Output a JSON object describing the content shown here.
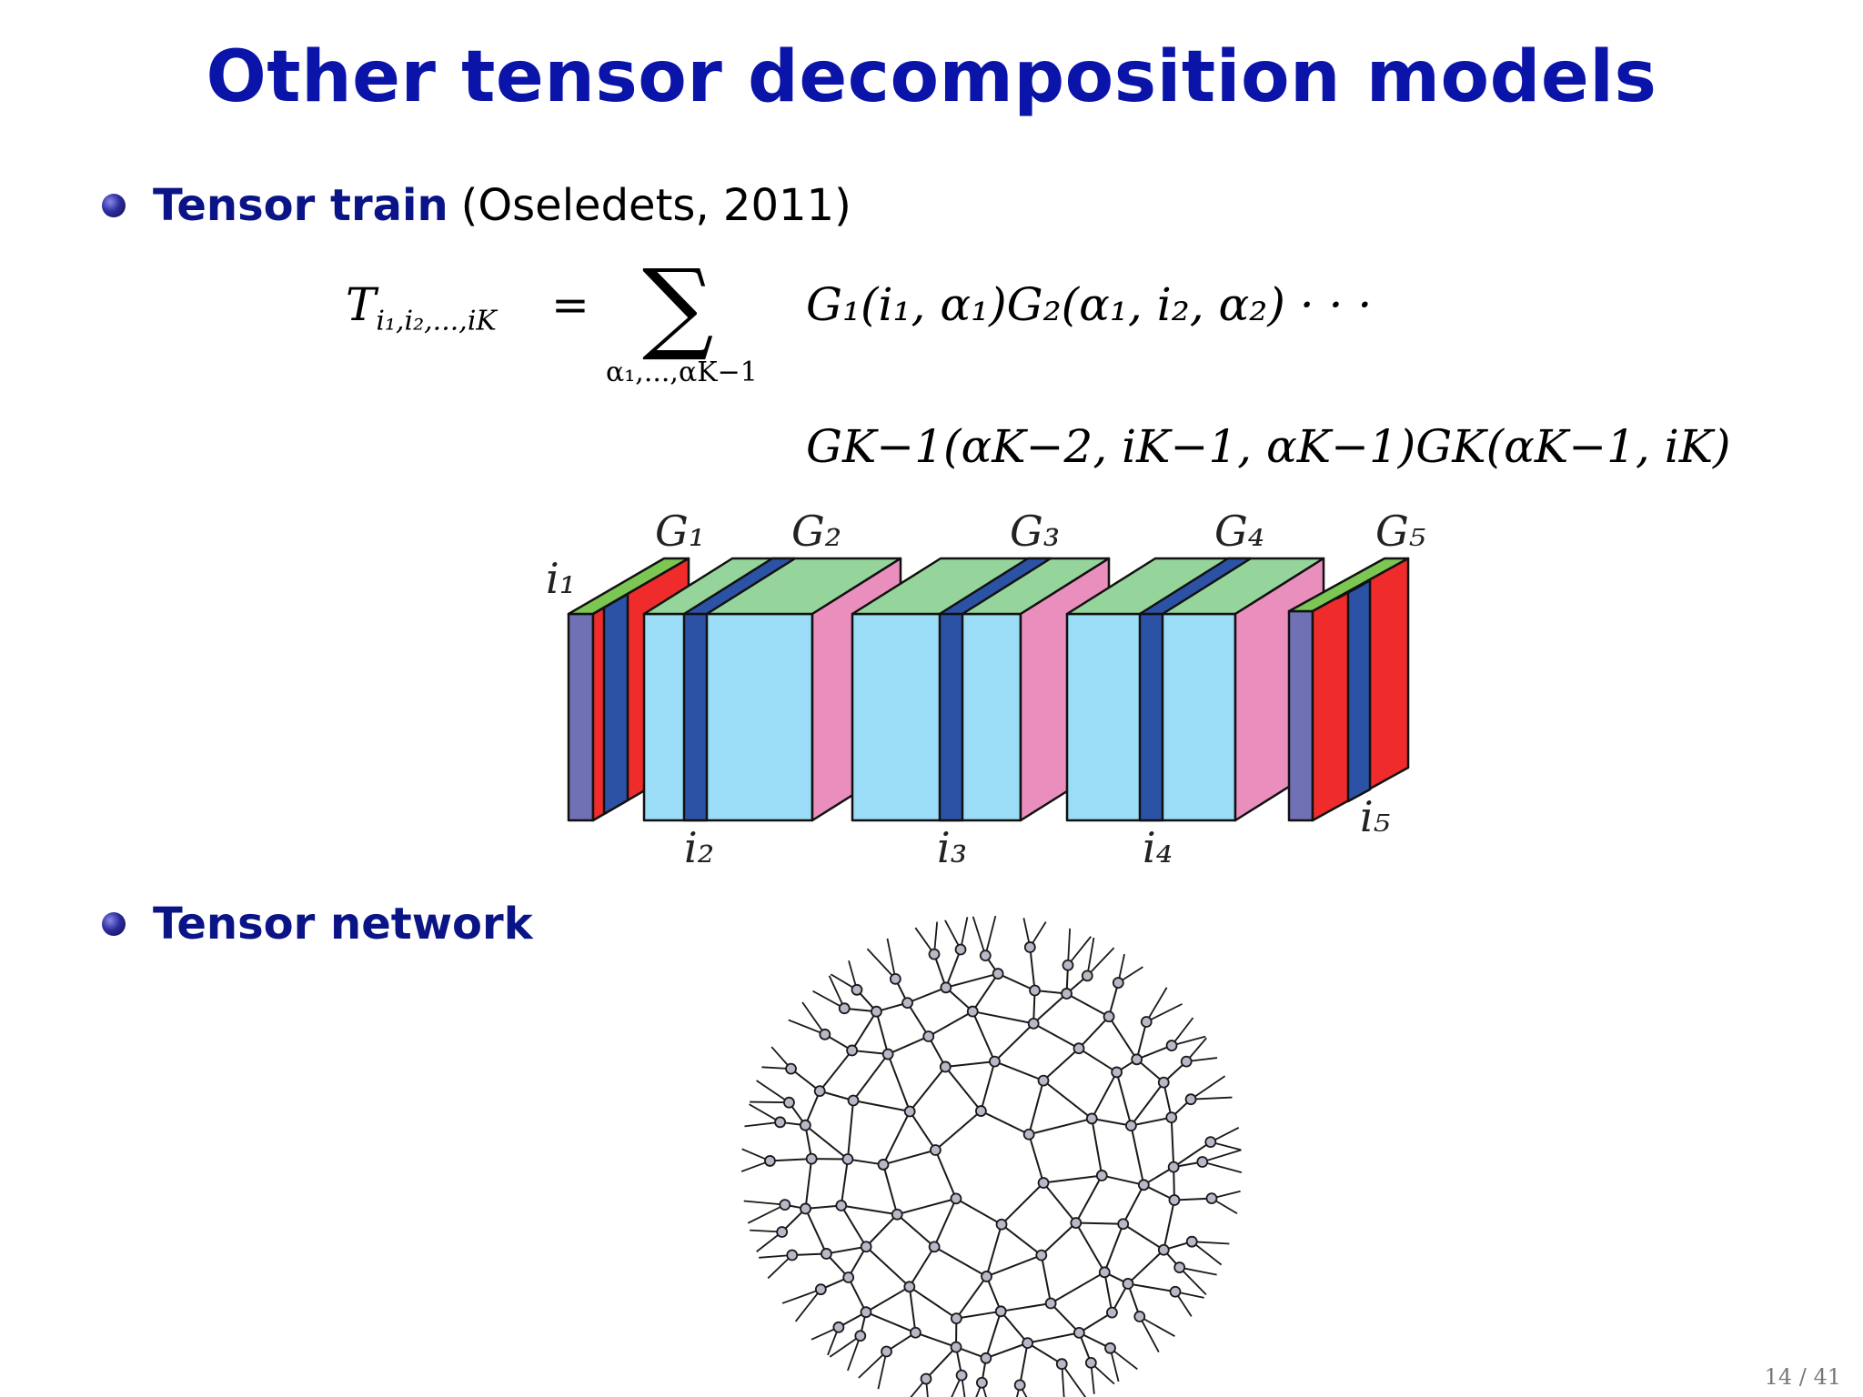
{
  "slide": {
    "title": "Other tensor decomposition models",
    "page_number": "14 / 41"
  },
  "bullets": [
    {
      "strong": "Tensor train",
      "ref": "(Oseledets, 2011)"
    },
    {
      "strong": "Tensor network",
      "ref": ""
    }
  ],
  "equation": {
    "lhs_base": "T",
    "lhs_sub": "i₁,i₂,...,iK",
    "equals": "=",
    "sum_symbol": "∑",
    "sum_sub": "α₁,...,αK−1",
    "line1": "G₁(i₁, α₁)G₂(α₁, i₂, α₂) · · ·",
    "line2": "GK−1(αK−2, iK−1, αK−1)GK(αK−1, iK)"
  },
  "tt_figure": {
    "core_labels": [
      "G₁",
      "G₂",
      "G₃",
      "G₄",
      "G₅"
    ],
    "index_labels": [
      "i₁",
      "i₂",
      "i₃",
      "i₄",
      "i₅"
    ],
    "colors": {
      "front": "#9bdcf6",
      "side": "#ea8fbd",
      "top": "#95d49b",
      "rank": "#2c52a6",
      "edge": "#7070b5",
      "core_end": "#ef2b2b",
      "top_end": "#7cc654"
    }
  },
  "network_figure": {
    "node_color": "#b8b8c8",
    "line_color": "#1a1a1a"
  }
}
